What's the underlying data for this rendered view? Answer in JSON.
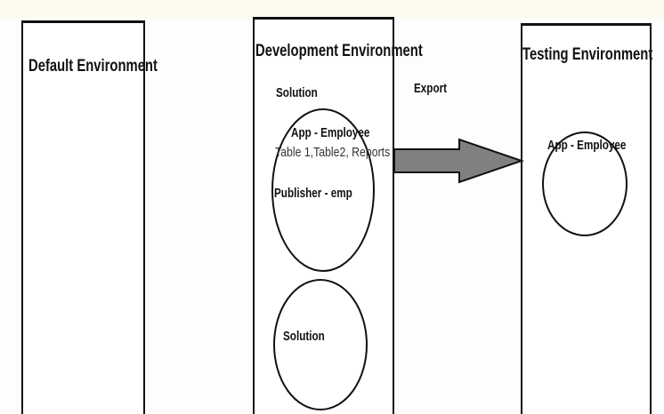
{
  "environments": {
    "default": {
      "title": "Default Environment"
    },
    "development": {
      "title": "Development Environment",
      "solution_label": "Solution",
      "solution_circle": {
        "app": "App - Employee",
        "tables": "Table 1,Table2, Reports",
        "publisher": "Publisher - emp"
      },
      "second_circle_label": "Solution"
    },
    "testing": {
      "title": "Testing Environment",
      "circle_label": "App - Employee"
    }
  },
  "arrow": {
    "label": "Export",
    "fill": "#808080"
  }
}
